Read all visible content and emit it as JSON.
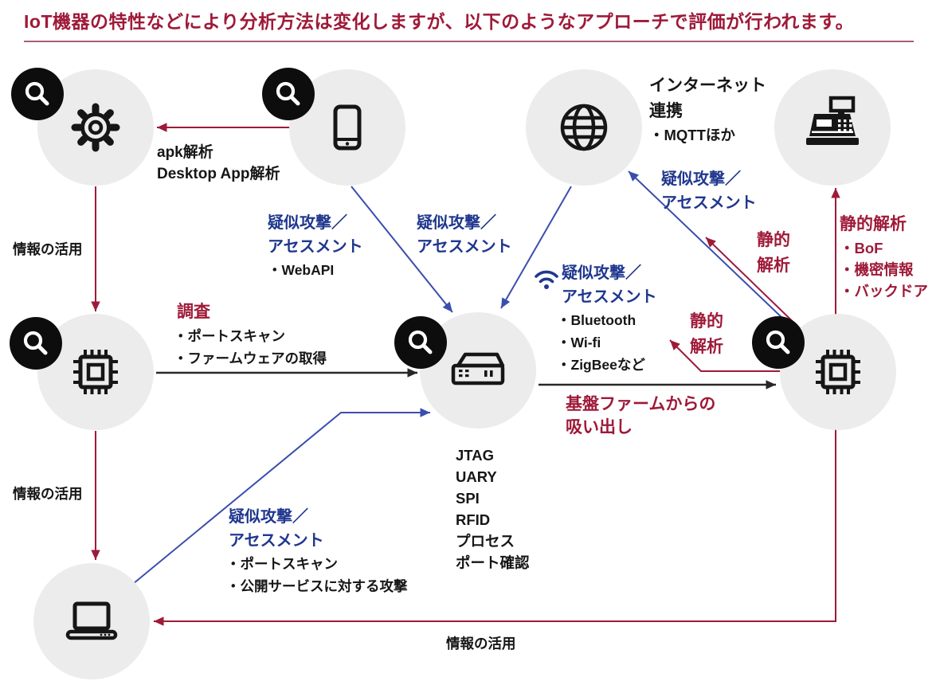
{
  "title": "IoT機器の特性などにより分析方法は変化しますが、以下のようなアプローチで評価が行われます。",
  "colors": {
    "accent_red": "#9e1a38",
    "accent_blue_text": "#20378f",
    "line_blue": "#3a4eae",
    "line_black": "#2a2727",
    "text_black": "#161616",
    "node_gray": "#ececec",
    "magnifier_bg": "#0d0d0d"
  },
  "nodes": [
    {
      "id": "app-analysis",
      "icon": "gear-icon",
      "magnifier": true
    },
    {
      "id": "smartphone",
      "icon": "smartphone-icon",
      "magnifier": true
    },
    {
      "id": "internet",
      "icon": "globe-icon",
      "magnifier": false
    },
    {
      "id": "pos-terminal",
      "icon": "cash-register-icon",
      "magnifier": false
    },
    {
      "id": "device-chip",
      "icon": "chip-icon",
      "magnifier": true
    },
    {
      "id": "iot-device",
      "icon": "device-box-icon",
      "magnifier": true
    },
    {
      "id": "extracted-chip",
      "icon": "chip-icon",
      "magnifier": true
    },
    {
      "id": "pc",
      "icon": "laptop-icon",
      "magnifier": false
    }
  ],
  "labels": {
    "apk": {
      "line1": "apk解析",
      "line2": "Desktop App解析"
    },
    "internet": {
      "line1": "インターネット",
      "line2": "連携",
      "bullet": "・MQTTほか"
    },
    "survey": {
      "title": "調査",
      "bullets": [
        "・ポートスキャン",
        "・ファームウェアの取得"
      ]
    },
    "attack_webapi": {
      "line1": "疑似攻撃／",
      "line2": "アセスメント",
      "bullet": "・WebAPI"
    },
    "attack_phone": {
      "line1": "疑似攻撃／",
      "line2": "アセスメント"
    },
    "attack_wireless": {
      "line1": "疑似攻撃／",
      "line2": "アセスメント",
      "bullets": [
        "・Bluetooth",
        "・Wi-fi",
        "・ZigBeeなど"
      ]
    },
    "attack_internet": {
      "line1": "疑似攻撃／",
      "line2": "アセスメント"
    },
    "attack_laptop": {
      "line1": "疑似攻撃／",
      "line2": "アセスメント",
      "bullets": [
        "・ポートスキャン",
        "・公開サービスに対する攻撃"
      ]
    },
    "static_right": {
      "title": "静的解析",
      "bullets": [
        "・BoF",
        "・機密情報",
        "・バックドア"
      ]
    },
    "static_to_internet": {
      "line1": "静的",
      "line2": "解析"
    },
    "static_to_device": {
      "line1": "静的",
      "line2": "解析"
    },
    "firmware": {
      "line1": "基盤ファームからの",
      "line2": "吸い出し"
    },
    "ports": [
      "JTAG",
      "UARY",
      "SPI",
      "RFID",
      "プロセス",
      "ポート確認"
    ],
    "info_use_left_top": "情報の活用",
    "info_use_left_bottom": "情報の活用",
    "info_use_bottom": "情報の活用"
  }
}
